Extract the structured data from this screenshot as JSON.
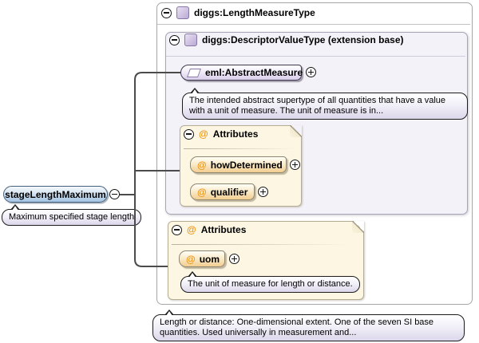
{
  "types": {
    "outer": {
      "label": "diggs:LengthMeasureType"
    },
    "inner": {
      "label": "diggs:DescriptorValueType (extension base)"
    }
  },
  "root_element": {
    "name": "stageLengthMaximum",
    "annotation": "Maximum specified stage length"
  },
  "base_element": {
    "name": "eml:AbstractMeasure",
    "annotation": "The intended abstract supertype of all quantities that have a value with a unit of measure. The unit of measure is in..."
  },
  "attribute_groups": [
    {
      "label": "Attributes",
      "attributes": [
        {
          "name": "howDetermined"
        },
        {
          "name": "qualifier"
        }
      ]
    },
    {
      "label": "Attributes",
      "attributes": [
        {
          "name": "uom",
          "annotation": "The unit of measure for length or distance."
        }
      ]
    }
  ],
  "type_annotation": "Length or distance: One-dimensional extent. One of the seven SI base quantities. Used universally in measurement and...",
  "icons": {
    "at_symbol": "@"
  },
  "colors": {
    "element_pill": "#d9cdea",
    "attribute_pill": "#f2cd90",
    "root_pill": "#a3c3e3",
    "attr_box_bg": "#fcf6e3",
    "inner_box_bg": "#f4f2f9",
    "at_symbol": "#ee9615",
    "connector": "#4b4b4b"
  }
}
